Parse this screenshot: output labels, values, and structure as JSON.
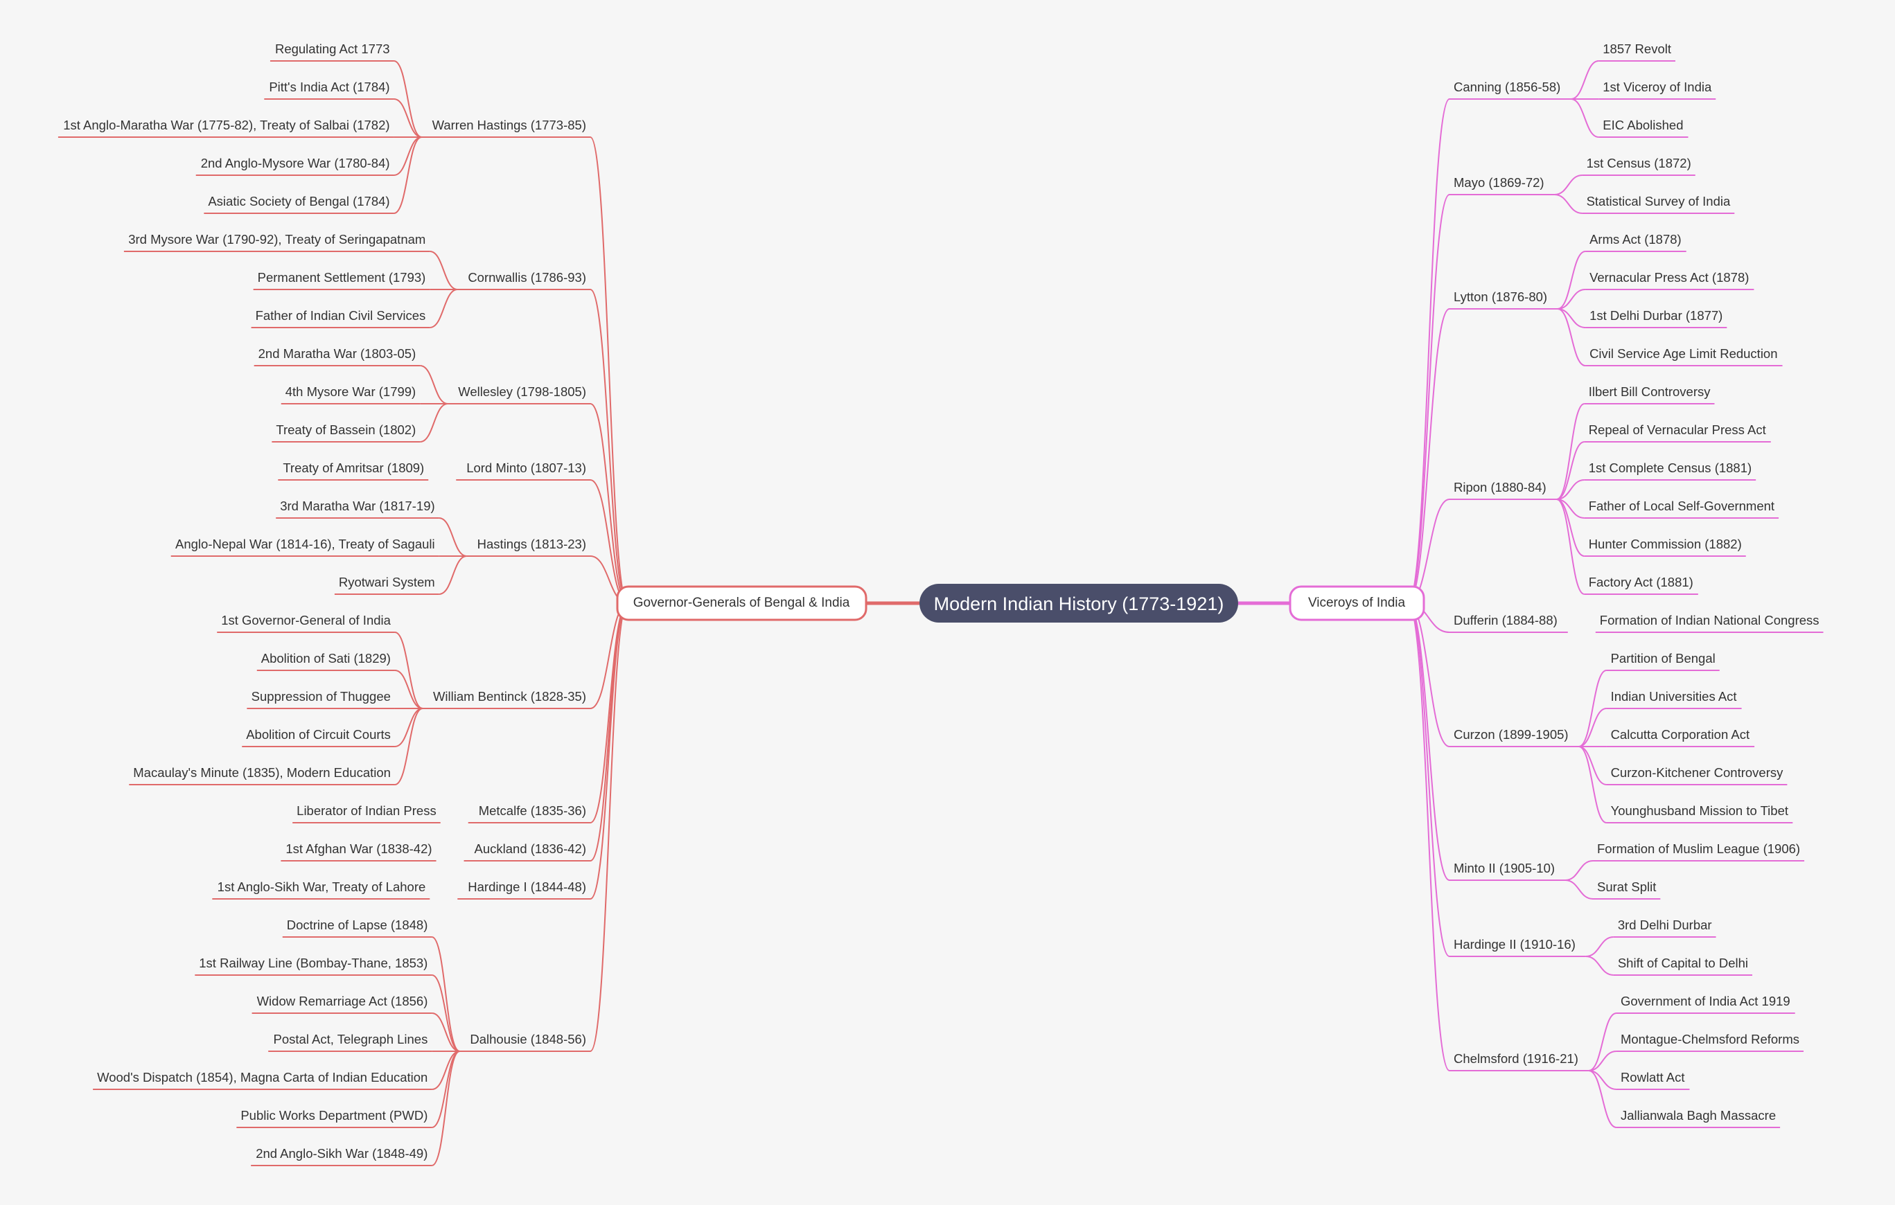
{
  "root": {
    "label": "Modern Indian History (1773-1921)",
    "color": "#4a4e6a"
  },
  "branches": [
    {
      "id": "gg",
      "side": "left",
      "label": "Governor-Generals of Bengal & India",
      "color": "#e06a6a",
      "children": [
        {
          "label": "Warren Hastings (1773-85)",
          "children": [
            "Regulating Act 1773",
            "Pitt's India Act (1784)",
            "1st Anglo-Maratha War (1775-82), Treaty of Salbai (1782)",
            "2nd Anglo-Mysore War (1780-84)",
            "Asiatic Society of Bengal (1784)"
          ]
        },
        {
          "label": "Cornwallis (1786-93)",
          "children": [
            "3rd Mysore War (1790-92), Treaty of Seringapatnam",
            "Permanent Settlement (1793)",
            "Father of Indian Civil Services"
          ]
        },
        {
          "label": "Wellesley (1798-1805)",
          "children": [
            "2nd Maratha War (1803-05)",
            "4th Mysore War (1799)",
            "Treaty of Bassein (1802)"
          ]
        },
        {
          "label": "Lord Minto (1807-13)",
          "children": [
            "Treaty of Amritsar (1809)"
          ]
        },
        {
          "label": "Hastings (1813-23)",
          "children": [
            "3rd Maratha War (1817-19)",
            "Anglo-Nepal War (1814-16), Treaty of Sagauli",
            "Ryotwari System"
          ]
        },
        {
          "label": "William Bentinck (1828-35)",
          "children": [
            "1st Governor-General of India",
            "Abolition of Sati (1829)",
            "Suppression of Thuggee",
            "Abolition of Circuit Courts",
            "Macaulay's Minute (1835), Modern Education"
          ]
        },
        {
          "label": "Metcalfe (1835-36)",
          "children": [
            "Liberator of Indian Press"
          ]
        },
        {
          "label": "Auckland (1836-42)",
          "children": [
            "1st Afghan War (1838-42)"
          ]
        },
        {
          "label": "Hardinge I (1844-48)",
          "children": [
            "1st Anglo-Sikh War, Treaty of Lahore"
          ]
        },
        {
          "label": "Dalhousie (1848-56)",
          "children": [
            "Doctrine of Lapse (1848)",
            "1st Railway Line (Bombay-Thane, 1853)",
            "Widow Remarriage Act (1856)",
            "Postal Act, Telegraph Lines",
            "Wood's Dispatch (1854), Magna Carta of Indian Education",
            "Public Works Department (PWD)",
            "2nd Anglo-Sikh War (1848-49)"
          ]
        }
      ]
    },
    {
      "id": "vic",
      "side": "right",
      "label": "Viceroys of India",
      "color": "#e46cd6",
      "children": [
        {
          "label": "Canning (1856-58)",
          "children": [
            "1857 Revolt",
            "1st Viceroy of India",
            "EIC Abolished"
          ]
        },
        {
          "label": "Mayo (1869-72)",
          "children": [
            "1st Census (1872)",
            "Statistical Survey of India"
          ]
        },
        {
          "label": "Lytton (1876-80)",
          "children": [
            "Arms Act (1878)",
            "Vernacular Press Act (1878)",
            "1st Delhi Durbar (1877)",
            "Civil Service Age Limit Reduction"
          ]
        },
        {
          "label": "Ripon (1880-84)",
          "children": [
            "Ilbert Bill Controversy",
            "Repeal of Vernacular Press Act",
            "1st Complete Census (1881)",
            "Father of Local Self-Government",
            "Hunter Commission (1882)",
            "Factory Act (1881)"
          ]
        },
        {
          "label": "Dufferin (1884-88)",
          "children": [
            "Formation of Indian National Congress"
          ]
        },
        {
          "label": "Curzon (1899-1905)",
          "children": [
            "Partition of Bengal",
            "Indian Universities Act",
            "Calcutta Corporation Act",
            "Curzon-Kitchener Controversy",
            "Younghusband Mission to Tibet"
          ]
        },
        {
          "label": "Minto II (1905-10)",
          "children": [
            "Formation of Muslim League (1906)",
            "Surat Split"
          ]
        },
        {
          "label": "Hardinge II (1910-16)",
          "children": [
            "3rd Delhi Durbar",
            "Shift of Capital to Delhi"
          ]
        },
        {
          "label": "Chelmsford (1916-21)",
          "children": [
            "Government of India Act 1919",
            "Montague-Chelmsford Reforms",
            "Rowlatt Act",
            "Jallianwala Bagh Massacre"
          ]
        }
      ]
    }
  ]
}
